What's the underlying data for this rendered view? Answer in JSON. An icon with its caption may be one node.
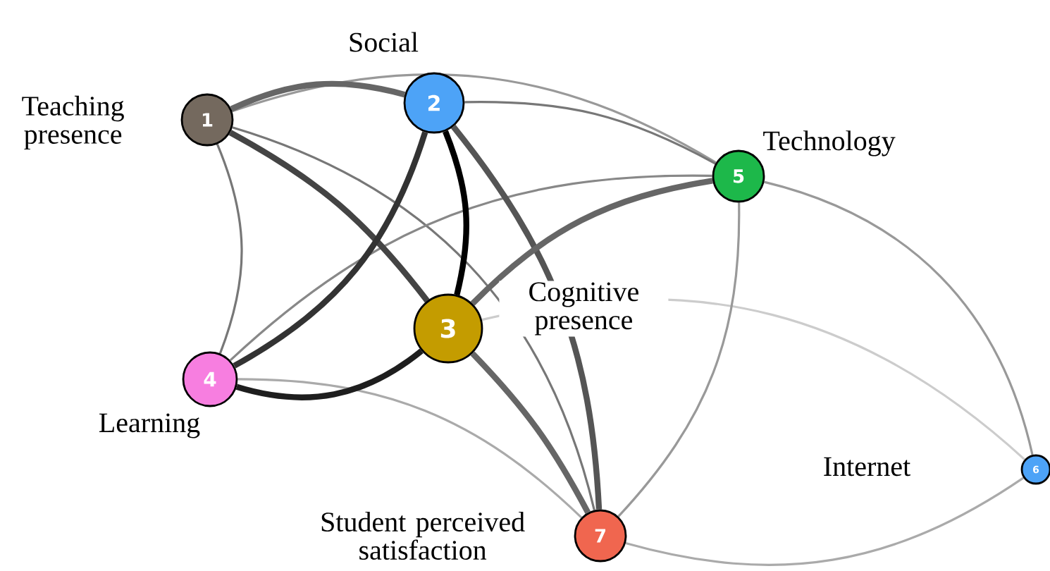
{
  "diagram": {
    "nodes": [
      {
        "text": [
          "1"
        ],
        "beside": [
          "Teaching presence"
        ]
      },
      {
        "text": [
          "2"
        ],
        "beside": [
          "Social"
        ]
      },
      {
        "text": [
          "3"
        ],
        "beside": [
          "Cognitive presence"
        ]
      },
      {
        "text": [
          "4"
        ],
        "beside": [
          "Learning"
        ]
      },
      {
        "text": [
          "5"
        ],
        "beside": [
          "Technology"
        ]
      },
      {
        "text": [
          "6"
        ],
        "beside": [
          "Internet"
        ]
      },
      {
        "text": [
          "7"
        ],
        "beside": [
          "Student perceived satisfaction"
        ]
      }
    ],
    "edges": [
      {
        "from": 0,
        "to": 1,
        "arrow": "none",
        "style": "thick",
        "color": "#666666"
      },
      {
        "from": 0,
        "to": 4,
        "arrow": "none",
        "color": "#999999"
      },
      {
        "from": 0,
        "to": 3,
        "arrow": "none",
        "color": "#777777"
      },
      {
        "from": 0,
        "to": 2,
        "arrow": "none",
        "style": "thick",
        "color": "#444444"
      },
      {
        "from": 0,
        "to": 6,
        "arrow": "none",
        "color": "#777777"
      },
      {
        "from": 1,
        "to": 4,
        "arrow": "none",
        "color": "#777777"
      },
      {
        "from": 1,
        "to": 2,
        "arrow": "none",
        "style": "thick",
        "color": "#000000"
      },
      {
        "from": 1,
        "to": 3,
        "arrow": "none",
        "style": "thick",
        "color": "#333333"
      },
      {
        "from": 1,
        "to": 6,
        "arrow": "none",
        "style": "thick",
        "color": "#555555"
      },
      {
        "from": 2,
        "to": 3,
        "arrow": "none",
        "style": "thick",
        "color": "#1e1e1e"
      },
      {
        "from": 2,
        "to": 4,
        "arrow": "none",
        "style": "thick",
        "color": "#666666"
      },
      {
        "from": 2,
        "to": 6,
        "arrow": "none",
        "style": "thick",
        "color": "#666666"
      },
      {
        "from": 2,
        "to": 5,
        "arrow": "none",
        "color": "#cccccc"
      },
      {
        "from": 3,
        "to": 4,
        "arrow": "none",
        "color": "#888888"
      },
      {
        "from": 3,
        "to": 6,
        "arrow": "none",
        "color": "#aaaaaa"
      },
      {
        "from": 4,
        "to": 5,
        "arrow": "none",
        "color": "#999999"
      },
      {
        "from": 4,
        "to": 6,
        "arrow": "none",
        "color": "#999999"
      },
      {
        "from": 6,
        "to": 5,
        "arrow": "none",
        "color": "#aaaaaa"
      }
    ]
  }
}
